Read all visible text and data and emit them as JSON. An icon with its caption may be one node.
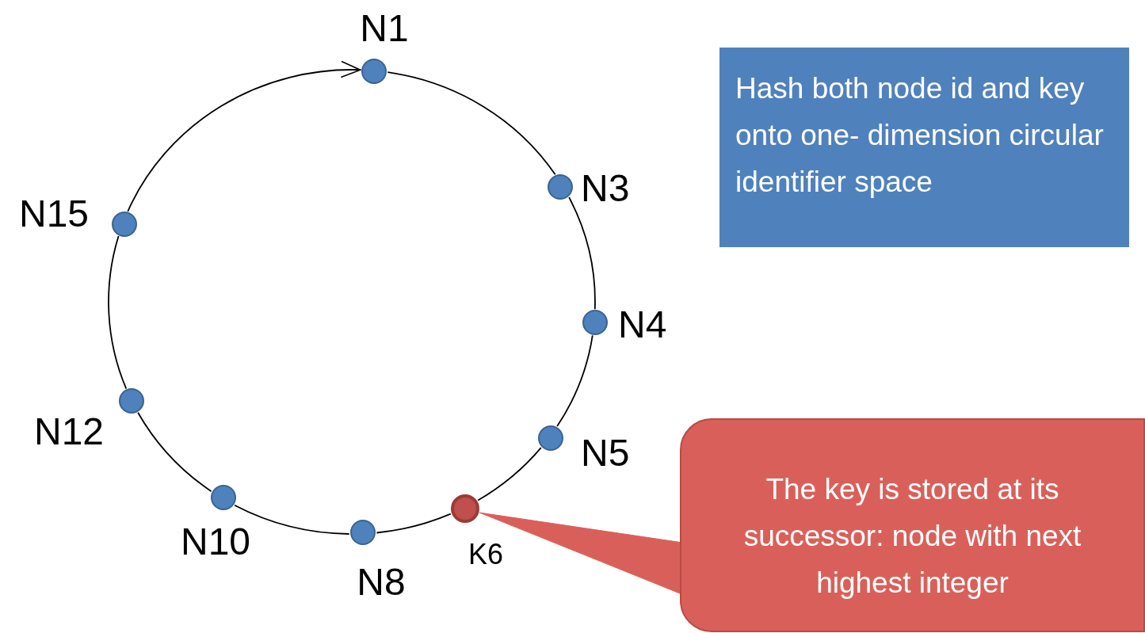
{
  "diagram": {
    "nodes": [
      {
        "text": [],
        "shape": "circle",
        "beside": [
          "N1"
        ]
      },
      {
        "text": [],
        "shape": "circle",
        "beside": [
          "N3"
        ]
      },
      {
        "text": [],
        "shape": "circle",
        "beside": [
          "N4"
        ]
      },
      {
        "text": [],
        "shape": "circle",
        "beside": [
          "N5"
        ]
      },
      {
        "text": [],
        "shape": "circle",
        "beside": [
          "K6"
        ]
      },
      {
        "text": [],
        "shape": "circle",
        "beside": [
          "N8"
        ]
      },
      {
        "text": [],
        "shape": "circle",
        "beside": [
          "N10"
        ]
      },
      {
        "text": [],
        "shape": "circle",
        "beside": [
          "N12"
        ]
      },
      {
        "text": [],
        "shape": "circle",
        "beside": [
          "N15"
        ]
      },
      {
        "text": [
          "Hash both node id and key onto one- dimension circular identifier space"
        ]
      },
      {
        "text": [
          "The key is stored at its successor: node with next highest integer"
        ]
      }
    ],
    "edges": [
      {
        "from": 0,
        "to": 1,
        "arrow": "none"
      },
      {
        "from": 1,
        "to": 2,
        "arrow": "none"
      },
      {
        "from": 2,
        "to": 3,
        "arrow": "none"
      },
      {
        "from": 3,
        "to": 4,
        "arrow": "none"
      },
      {
        "from": 4,
        "to": 5,
        "arrow": "none"
      },
      {
        "from": 5,
        "to": 6,
        "arrow": "none"
      },
      {
        "from": 6,
        "to": 7,
        "arrow": "none"
      },
      {
        "from": 7,
        "to": 8,
        "arrow": "none"
      },
      {
        "from": 8,
        "to": 0,
        "arrow": "to"
      },
      {
        "from": 10,
        "to": 4,
        "arrow": "none",
        "color": "#d9605a"
      }
    ]
  }
}
